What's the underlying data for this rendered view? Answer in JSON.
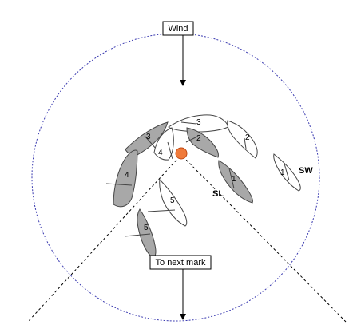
{
  "diagram": {
    "top_label": "Wind",
    "bottom_label": "To next mark",
    "tags": {
      "left": "SL",
      "right": "SW"
    },
    "colors": {
      "circle": "#3a3ab0",
      "mark_fill": "#f07a3a",
      "mark_stroke": "#c04a14",
      "shaded_boat": "#a8a8a8",
      "white_boat": "#ffffff",
      "outline": "#444444"
    },
    "boats": [
      {
        "number": "1",
        "shaded": true
      },
      {
        "number": "1",
        "shaded": false
      },
      {
        "number": "2",
        "shaded": true
      },
      {
        "number": "2",
        "shaded": false
      },
      {
        "number": "3",
        "shaded": true
      },
      {
        "number": "3",
        "shaded": false
      },
      {
        "number": "4",
        "shaded": true
      },
      {
        "number": "4",
        "shaded": false
      },
      {
        "number": "5",
        "shaded": true
      },
      {
        "number": "5",
        "shaded": false
      }
    ]
  }
}
